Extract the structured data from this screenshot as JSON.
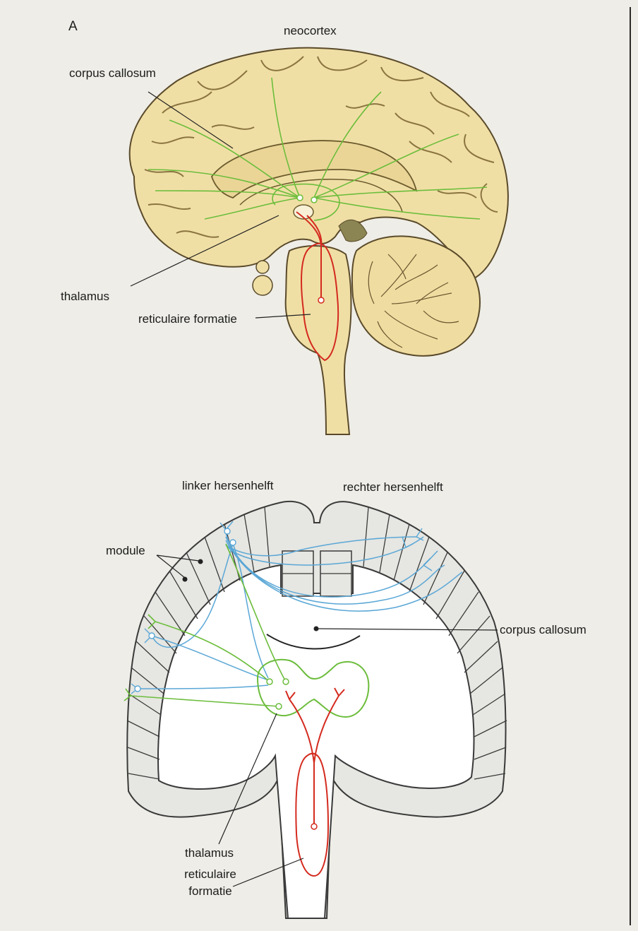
{
  "panel_label": "A",
  "top_diagram": {
    "labels": {
      "neocortex": "neocortex",
      "corpus_callosum": "corpus callosum",
      "thalamus": "thalamus",
      "reticular_formation": "reticulaire formatie"
    }
  },
  "bottom_diagram": {
    "labels": {
      "left_hemisphere": "linker hersenhelft",
      "right_hemisphere": "rechter hersenhelft",
      "module": "module",
      "corpus_callosum": "corpus callosum",
      "thalamus": "thalamus",
      "reticular_formation_line1": "reticulaire",
      "reticular_formation_line2": "formatie"
    }
  },
  "colors": {
    "brain_fill": "#f0dfa5",
    "brain_outline": "#5a4a2a",
    "green_pathway": "#6cbd3c",
    "red_pathway": "#d42a1e",
    "blue_pathway": "#5aa7d6",
    "module_fill": "#e6e6e2",
    "outline": "#3a3a3a"
  }
}
